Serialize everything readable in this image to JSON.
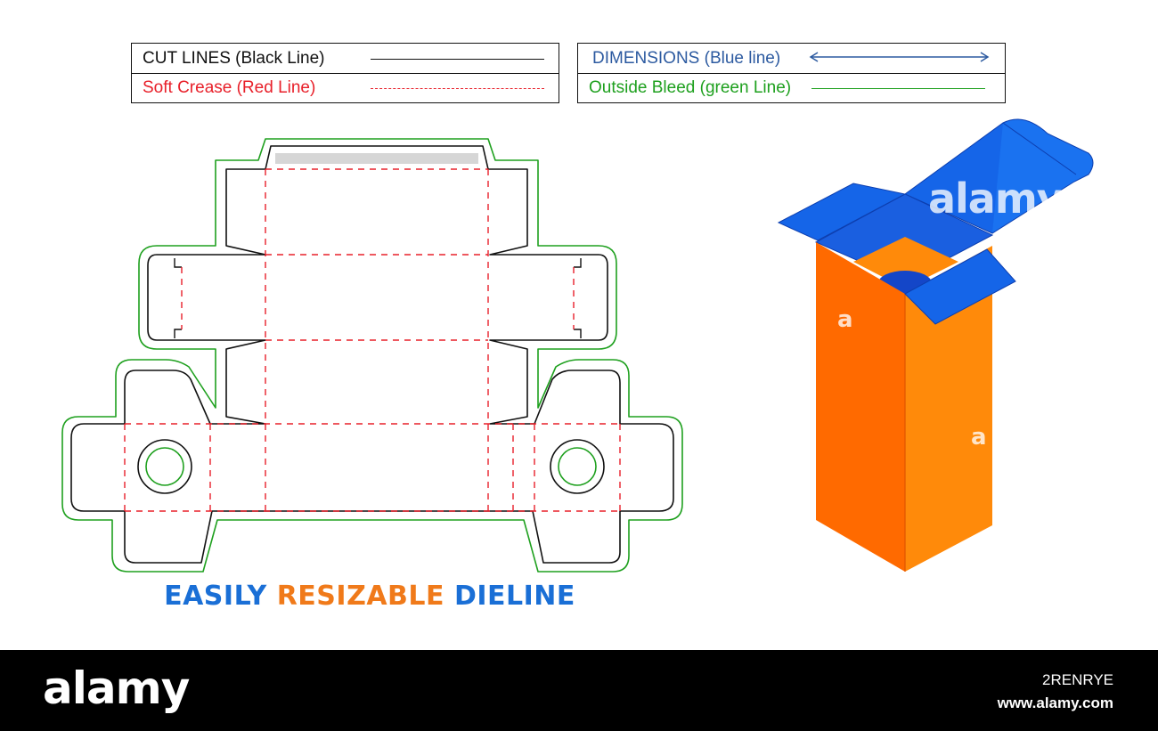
{
  "legend": {
    "cut_lines": "CUT LINES (Black Line)",
    "soft_crease": "Soft Crease (Red Line)",
    "dimensions": "DIMENSIONS (Blue line)",
    "outside_bleed": "Outside Bleed (green Line)"
  },
  "headline": {
    "word1": "EASILY",
    "word2": "RESIZABLE",
    "word3": "DIELINE"
  },
  "colors": {
    "cut": "#111111",
    "crease": "#e8202a",
    "dimension": "#2c5aa0",
    "bleed": "#1ea01e",
    "headline_blue": "#1a6fd6",
    "headline_orange": "#f07a1a",
    "box_blue": "#1565e8",
    "box_orange_dark": "#ff6a00",
    "box_orange_light": "#ff8a0a"
  },
  "watermarks": {
    "main": "alamy",
    "small": "a"
  },
  "footer": {
    "logo": "alamy",
    "image_id": "2RENRYE",
    "url": "www.alamy.com"
  }
}
